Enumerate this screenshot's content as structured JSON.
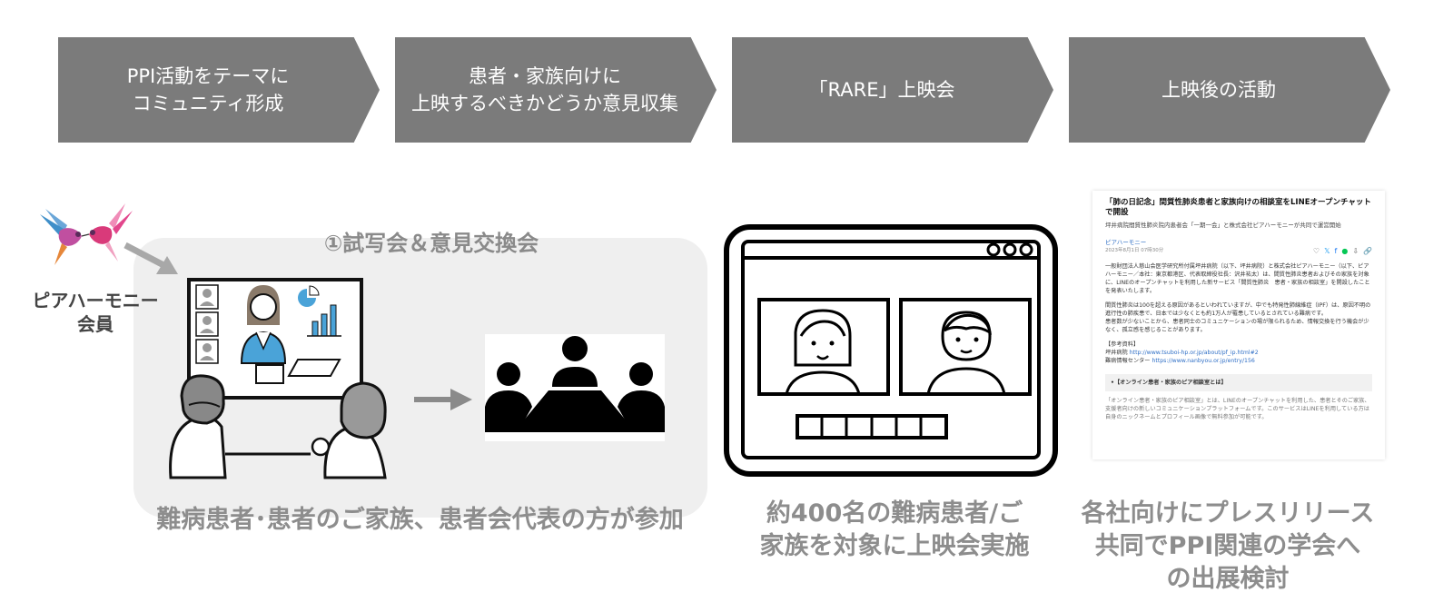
{
  "steps": [
    {
      "line1": "PPI活動をテーマに",
      "line2": "コミュニティ形成"
    },
    {
      "line1": "患者・家族向けに",
      "line2": "上映するべきかどうか意見収集"
    },
    {
      "line1": "「RARE」上映会",
      "line2": ""
    },
    {
      "line1": "上映後の活動",
      "line2": ""
    }
  ],
  "section1": {
    "title": "①試写会＆意見交換会",
    "member_line1": "ピアハーモニー",
    "member_line2": "会員",
    "caption": "難病患者･患者のご家族、患者会代表の方が参加"
  },
  "section2": {
    "caption_line1": "約400名の難病患者/ご",
    "caption_line2": "家族を対象に上映会実施"
  },
  "section3": {
    "caption_line1": "各社向けにプレスリリース",
    "caption_line2": "共同でPPI関連の学会へ",
    "caption_line3": "の出展検討"
  },
  "press": {
    "title": "「肺の日記念」間質性肺炎患者と家族向けの相談室をLINEオープンチャットで開設",
    "subtitle": "坪井病院間質性肺炎院内患者会「一期一会」と株式会社ピアハーモニーが共同で運営開始",
    "org": "ピアハーモニー",
    "date": "2023年8月1日 07時30分",
    "icons": [
      "♡",
      "𝕏",
      "f",
      "●",
      "⇩",
      "🔗"
    ],
    "body1": "一般財団法人慈山会医学研究所付属坪井病院（以下、坪井病院）と株式会社ピアハーモニー（以下、ピアハーモニー／本社：東京都港区、代表取締役社長：沢井祐太）は、間質性肺炎患者およびその家族を対象に、LINEのオープンチャットを利用した新サービス「間質性肺炎　患者・家族の相談室」を開設したことを発表いたします。",
    "body2": "間質性肺炎は100を超える原因があるといわれていますが、中でも特発性肺線維症（IPF）は、原因不明の進行性の肺疾患で、日本では少なくとも約1万人が罹患しているとされている難病です。",
    "body3": "患者数が少ないことから、患者同士のコミュニケーションの場が限られるため、情報交換を行う機会が少なく、孤立感を感じることがあります。",
    "ref_title": "【参考資料】",
    "ref1_label": "坪井病院",
    "ref1_link": "http://www.tsuboi-hp.or.jp/about/pf_ip.html#2",
    "ref2_label": "難病情報センター",
    "ref2_link": "https://www.nanbyou.or.jp/entry/156",
    "box_title": "•【オンライン患者・家族のピア相談室とは】",
    "foot": "「オンライン患者・家族のピア相談室」とは、LINEのオープンチャットを利用した、患者とそのご家族、支援者向けの新しいコミュニケーションプラットフォームです。このサービスはLINEを利用している方は自身のニックネームとプロフィール画像で無料参加が可能です。"
  },
  "colors": {
    "chevron": "#7b7b7b",
    "caption": "#8d8d8d",
    "panel": "#efefef",
    "bird_pink": "#e2468c",
    "bird_blue": "#3f8fc9"
  }
}
